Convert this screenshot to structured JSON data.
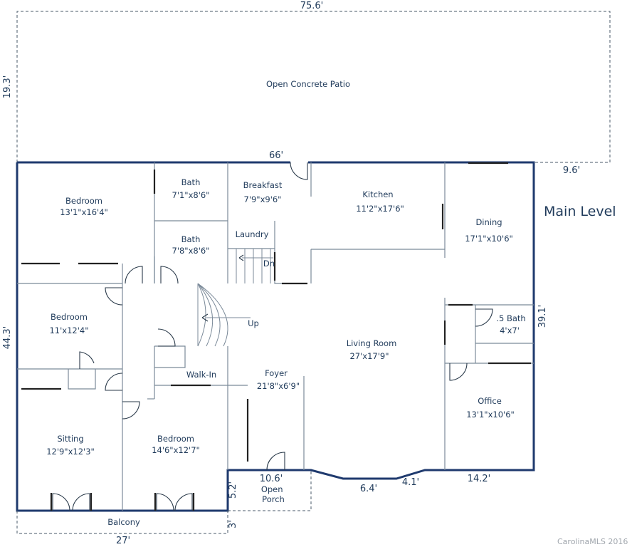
{
  "title": "Main Level",
  "credit": "CarolinaMLS 2016",
  "rooms": {
    "patio": {
      "name": "Open Concrete Patio",
      "size": ""
    },
    "bedroom1": {
      "name": "Bedroom",
      "size": "13'1\"x16'4\""
    },
    "bath1": {
      "name": "Bath",
      "size": "7'1\"x8'6\""
    },
    "bath2": {
      "name": "Bath",
      "size": "7'8\"x8'6\""
    },
    "breakfast": {
      "name": "Breakfast",
      "size": "7'9\"x9'6\""
    },
    "laundry": {
      "name": "Laundry",
      "size": ""
    },
    "kitchen": {
      "name": "Kitchen",
      "size": "11'2\"x17'6\""
    },
    "dining": {
      "name": "Dining",
      "size": "17'1\"x10'6\""
    },
    "bedroom2": {
      "name": "Bedroom",
      "size": "11'x12'4\""
    },
    "halfbath": {
      "name": ".5 Bath",
      "size": "4'x7'"
    },
    "living": {
      "name": "Living Room",
      "size": "27'x17'9\""
    },
    "walkin": {
      "name": "Walk-In",
      "size": ""
    },
    "foyer": {
      "name": "Foyer",
      "size": "21'8\"x6'9\""
    },
    "office": {
      "name": "Office",
      "size": "13'1\"x10'6\""
    },
    "sitting": {
      "name": "Sitting",
      "size": "12'9\"x12'3\""
    },
    "bedroom3": {
      "name": "Bedroom",
      "size": "14'6\"x12'7\""
    },
    "porch": {
      "name": "Open Porch",
      "size": ""
    },
    "balcony": {
      "name": "Balcony",
      "size": ""
    }
  },
  "stair_labels": {
    "dn": "Dn",
    "up": "Up"
  },
  "dimensions": {
    "patio_width": "75.6'",
    "patio_depth": "19.3'",
    "house_top": "66'",
    "right_offset": "9.6'",
    "house_left": "44.3'",
    "house_right": "39.1'",
    "porch_width": "10.6'",
    "porch_depth": "5.2'",
    "bay_center": "6.4'",
    "bay_side": "4.1'",
    "right_bottom": "14.2'",
    "balcony_width": "27'",
    "balcony_depth": "3'"
  }
}
